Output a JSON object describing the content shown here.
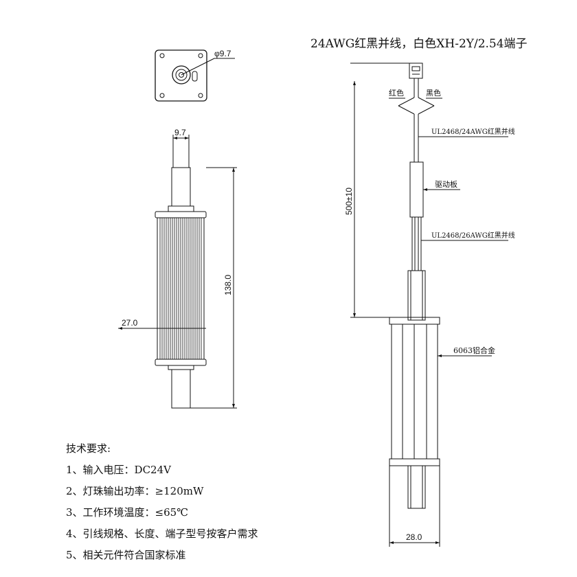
{
  "header": {
    "title": "24AWG红黑并线，白色XH-2Y/2.54端子"
  },
  "top_view": {
    "diameter_label": "φ9.7"
  },
  "front_view": {
    "width_label_top": "9.7",
    "width_label_body": "27.0",
    "length_label": "138.0"
  },
  "side_view": {
    "wire_red_label": "红色",
    "wire_black_label": "黑色",
    "wire_upper_label": "UL2468/24AWG红黑并线",
    "driver_label": "驱动板",
    "wire_lower_label": "UL2468/26AWG红黑并线",
    "cable_length_label": "500±10",
    "material_label": "6063铝合金",
    "width_label": "28.0"
  },
  "notes": {
    "heading": "技术要求:",
    "items": [
      "1、输入电压：DC24V",
      "2、灯珠输出功率：≥120mW",
      "3、工作环境温度：≤65℃",
      "4、引线规格、长度、端子型号按客户需求",
      "5、相关元件符合国家标准"
    ]
  }
}
